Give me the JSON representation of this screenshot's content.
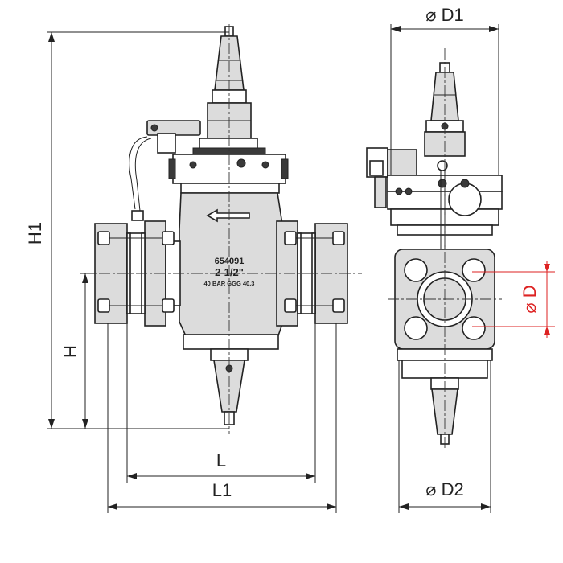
{
  "dimensions": {
    "d1": "D1",
    "d2": "D2",
    "d": "D",
    "h": "H",
    "h1": "H1",
    "l": "L",
    "l1": "L1",
    "diameter_symbol": "⌀"
  },
  "body_marking": {
    "part_number": "654091",
    "size": "2-1/2\"",
    "rating": "40 BAR GGG 40.3"
  },
  "colors": {
    "line": "#222222",
    "body_fill": "#dcdcdc",
    "d_dimension": "#dd2222"
  }
}
